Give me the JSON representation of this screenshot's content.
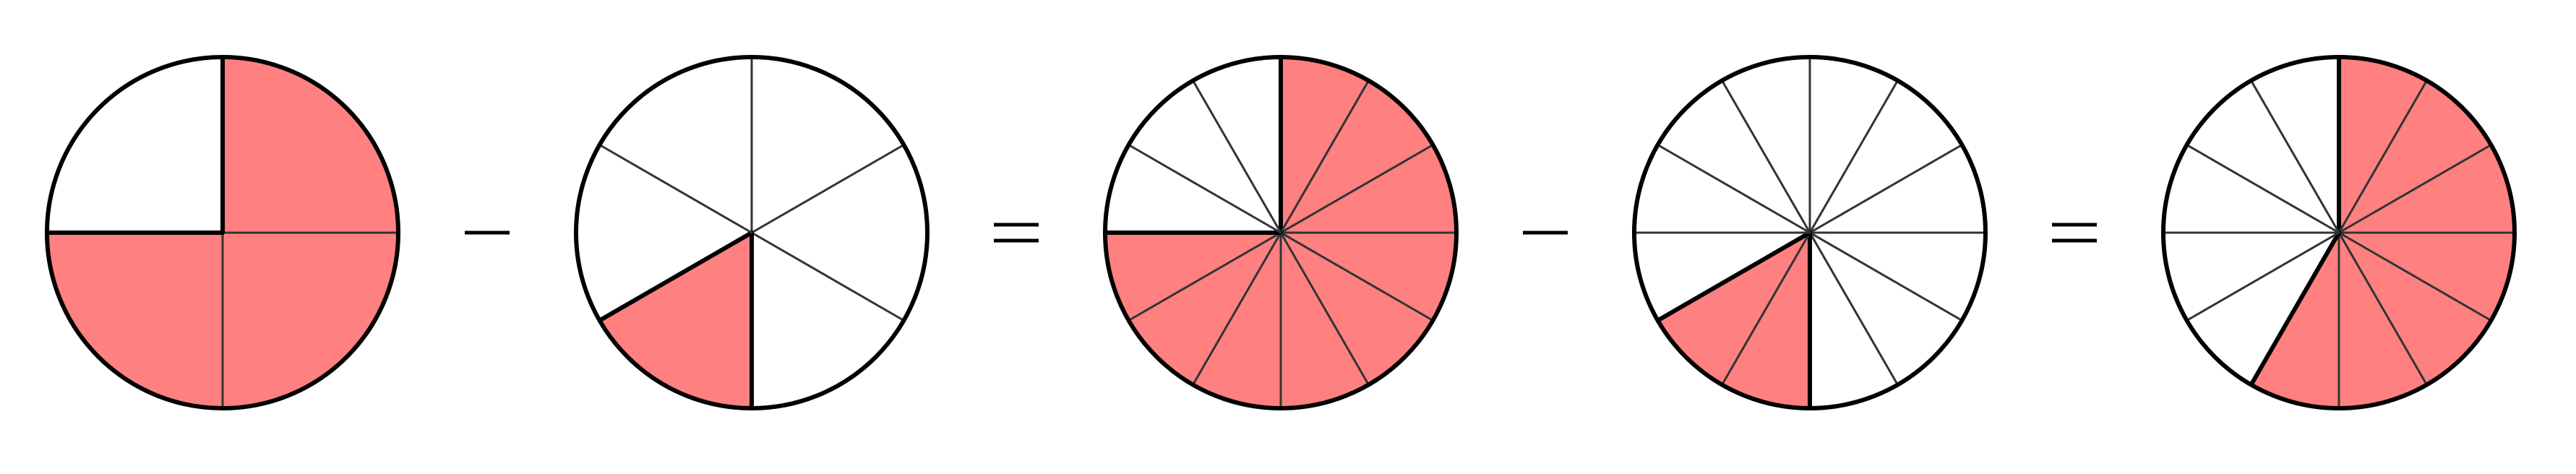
{
  "colors": {
    "fill": "#ff8080",
    "empty": "#ffffff",
    "outline": "#000000",
    "divider": "#333333"
  },
  "equation": [
    {
      "kind": "circle",
      "name": "pie-a",
      "parts": 4,
      "shaded_start": 0,
      "shaded_count": 3
    },
    {
      "kind": "operator",
      "name": "minus-sign-1",
      "symbol": "minus"
    },
    {
      "kind": "circle",
      "name": "pie-b",
      "parts": 6,
      "shaded_start": 3,
      "shaded_count": 1
    },
    {
      "kind": "operator",
      "name": "equals-sign-1",
      "symbol": "equals"
    },
    {
      "kind": "circle",
      "name": "pie-c",
      "parts": 12,
      "shaded_start": 0,
      "shaded_count": 9
    },
    {
      "kind": "operator",
      "name": "minus-sign-2",
      "symbol": "minus"
    },
    {
      "kind": "circle",
      "name": "pie-d",
      "parts": 12,
      "shaded_start": 6,
      "shaded_count": 2
    },
    {
      "kind": "operator",
      "name": "equals-sign-2",
      "symbol": "equals"
    },
    {
      "kind": "circle",
      "name": "pie-e",
      "parts": 12,
      "shaded_start": 0,
      "shaded_count": 7
    }
  ]
}
